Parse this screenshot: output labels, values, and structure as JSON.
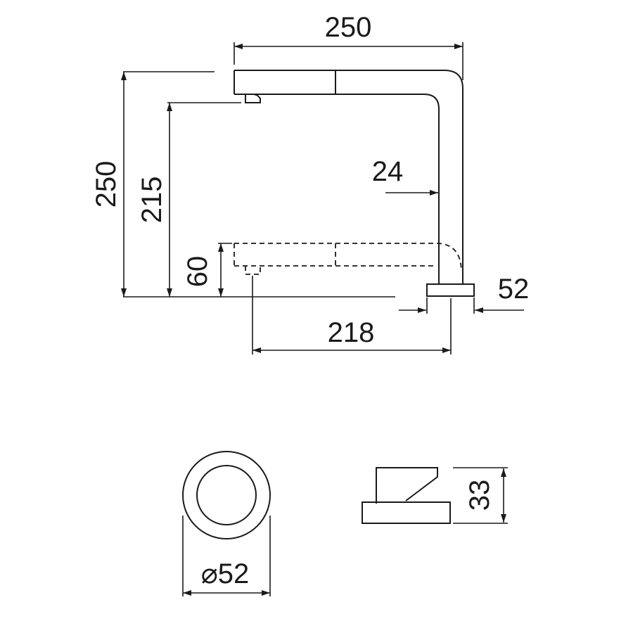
{
  "dimensions": {
    "overall_width": "250",
    "overall_height": "250",
    "spout_height": "215",
    "lowered_spout_height": "60",
    "pipe_diameter": "24",
    "base_width_side": "52",
    "reach": "218",
    "base_diameter": "⌀52",
    "handle_height": "33"
  },
  "colors": {
    "line": "#1a1a1a",
    "background": "#ffffff"
  }
}
